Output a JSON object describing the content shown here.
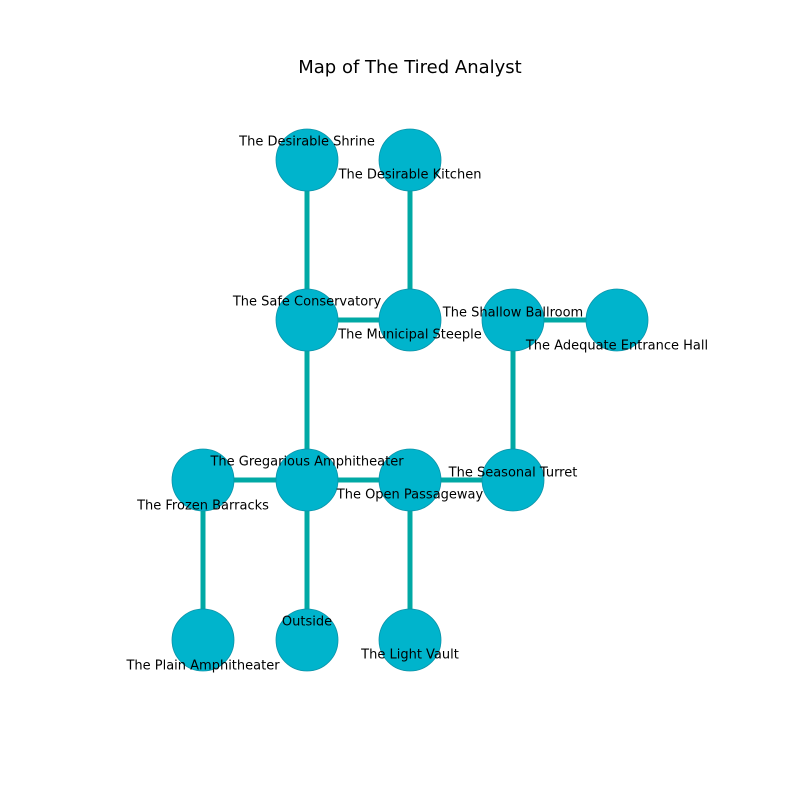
{
  "title": "Map of The Tired Analyst",
  "colors": {
    "edge": "#00a9a5",
    "node": "#00b4cc",
    "node_border": "#0a93a8"
  },
  "rooms": [
    {
      "id": "shrine",
      "label": "The Desirable Shrine"
    },
    {
      "id": "kitchen",
      "label": "The Desirable Kitchen"
    },
    {
      "id": "conservatory",
      "label": "The Safe Conservatory"
    },
    {
      "id": "steeple",
      "label": "The Municipal Steeple"
    },
    {
      "id": "ballroom",
      "label": "The Shallow Ballroom"
    },
    {
      "id": "entrance",
      "label": "The Adequate Entrance Hall"
    },
    {
      "id": "barracks",
      "label": "The Frozen Barracks"
    },
    {
      "id": "gregarious",
      "label": "The Gregarious Amphitheater"
    },
    {
      "id": "passageway",
      "label": "The Open Passageway"
    },
    {
      "id": "turret",
      "label": "The Seasonal Turret"
    },
    {
      "id": "plain",
      "label": "The Plain Amphitheater"
    },
    {
      "id": "outside",
      "label": "Outside"
    },
    {
      "id": "vault",
      "label": "The Light Vault"
    }
  ],
  "connections": [
    [
      "shrine",
      "conservatory"
    ],
    [
      "kitchen",
      "steeple"
    ],
    [
      "conservatory",
      "steeple"
    ],
    [
      "conservatory",
      "gregarious"
    ],
    [
      "ballroom",
      "entrance"
    ],
    [
      "ballroom",
      "turret"
    ],
    [
      "barracks",
      "gregarious"
    ],
    [
      "gregarious",
      "passageway"
    ],
    [
      "passageway",
      "turret"
    ],
    [
      "barracks",
      "plain"
    ],
    [
      "gregarious",
      "outside"
    ],
    [
      "passageway",
      "vault"
    ]
  ]
}
